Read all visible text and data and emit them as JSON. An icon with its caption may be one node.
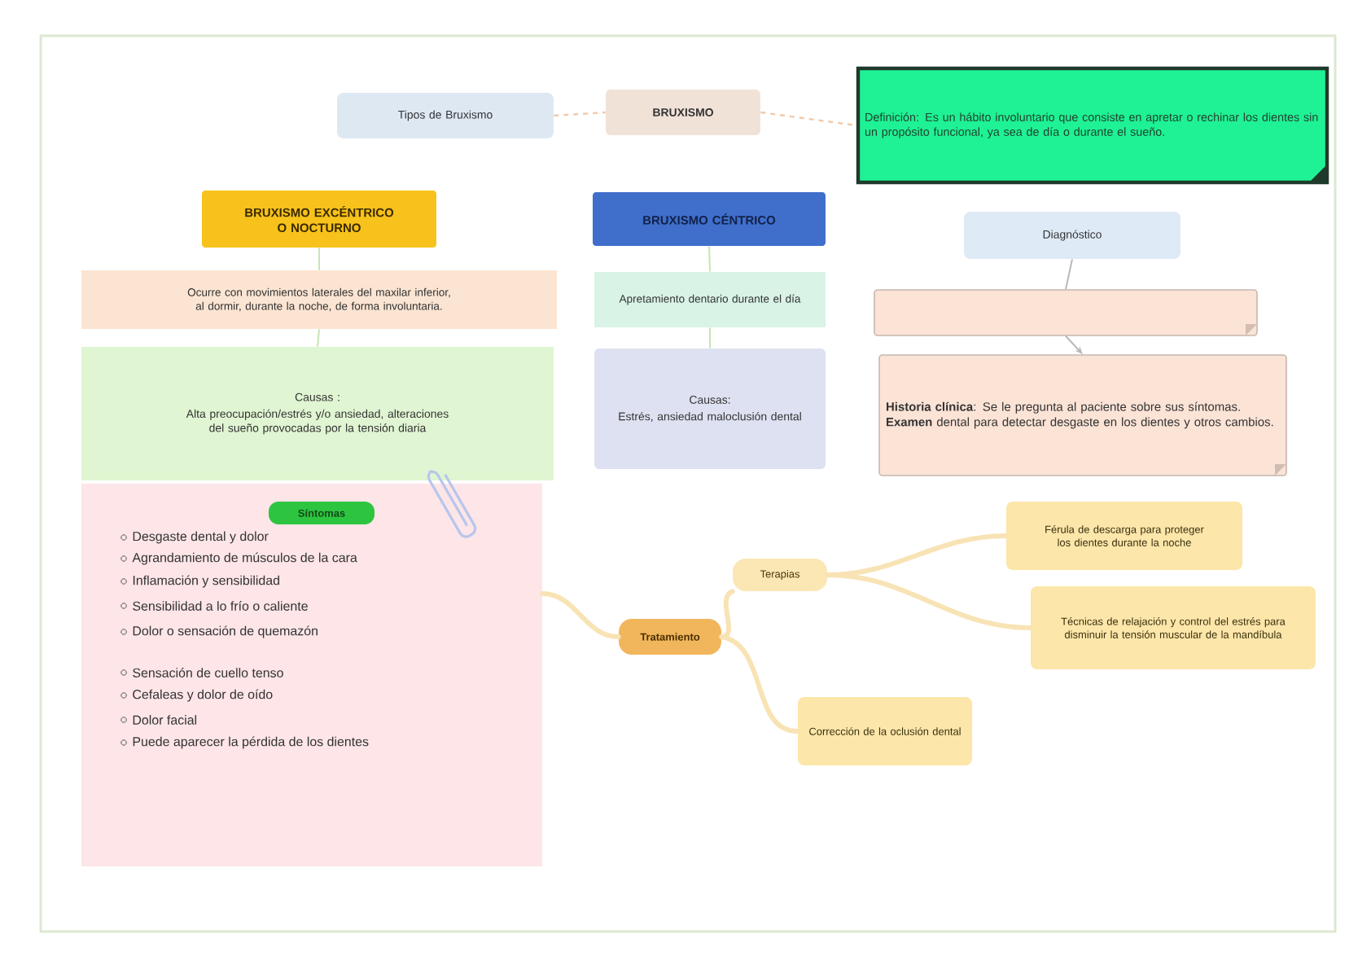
{
  "diagram": {
    "nodes": [
      {
        "text": [
          "Tipos de Bruxismo"
        ]
      },
      {
        "text": [
          "BRUXISMO"
        ]
      },
      {
        "text": [
          "Definición: Es un hábito involuntario que consiste en apretar o rechinar los dientes sin un propósito funcional, ya sea de día o durante el sueño."
        ]
      },
      {
        "text": [
          "BRUXISMO EXCÉNTRICO O NOCTURNO"
        ]
      },
      {
        "text": [
          "BRUXISMO CÉNTRICO"
        ]
      },
      {
        "text": [
          "Diagnóstico"
        ]
      },
      {
        "text": [
          "Ocurre con movimientos laterales del maxilar inferior, al dormir, durante la noche, de forma involuntaria."
        ]
      },
      {
        "text": [
          "Apretamiento dentario durante el día"
        ]
      },
      {
        "text": [],
        "shape": "box"
      },
      {
        "text": [
          "Causas :",
          "Alta preocupación/estrés y/o ansiedad, alteraciones del sueño provocadas por la tensión diaria"
        ]
      },
      {
        "text": [
          "Causas:",
          "Estrés, ansiedad maloclusión dental"
        ]
      },
      {
        "text": [
          "**Historia clínica**: Se le pregunta al paciente sobre sus síntomas. **Examen** dental para detectar desgaste en los dientes y otros cambios."
        ]
      },
      {
        "text": [
          "Desgaste dental y dolor",
          "Agrandamiento de músculos de la cara",
          "Inflamación y sensibilidad",
          "Sensibilidad a lo frío o caliente",
          "Dolor o sensación de quemazón",
          "Sensación de cuello tenso",
          "Cefaleas y dolor de oído",
          "Dolor facial",
          "Puede aparecer la pérdida de los dientes"
        ]
      },
      {
        "text": [
          "Síntomas"
        ],
        "in": 12
      },
      {
        "text": [
          "Tratamiento"
        ]
      },
      {
        "text": [
          "Terapias"
        ]
      },
      {
        "text": [
          "Férula de descarga para proteger los dientes durante la noche"
        ]
      },
      {
        "text": [
          "Técnicas de relajación y control del estrés para disminuir la tensión muscular de la mandíbula"
        ]
      },
      {
        "text": [
          "Corrección de la oclusión dental"
        ]
      }
    ],
    "edges": [
      {
        "from": 0,
        "to": 1,
        "arrow": "none",
        "style": "dashed",
        "color": "#f3c9a8"
      },
      {
        "from": 1,
        "to": 2,
        "arrow": "none",
        "style": "dashed",
        "color": "#f3c9a8"
      },
      {
        "from": 3,
        "to": 6,
        "arrow": "none"
      },
      {
        "from": 6,
        "to": 9,
        "arrow": "none"
      },
      {
        "from": 4,
        "to": 7,
        "arrow": "none"
      },
      {
        "from": 7,
        "to": 10,
        "arrow": "none"
      },
      {
        "from": 5,
        "to": 8,
        "arrow": "none",
        "color": "#b8b8b8"
      },
      {
        "from": 8,
        "to": 11,
        "arrow": "to",
        "color": "#b8b8b8"
      },
      {
        "from": 12,
        "to": 14,
        "arrow": "none",
        "style": "thick",
        "color": "#f8e3b5"
      },
      {
        "from": 14,
        "to": 15,
        "arrow": "none",
        "style": "thick",
        "color": "#f8e3b5"
      },
      {
        "from": 15,
        "to": 16,
        "arrow": "none",
        "style": "thick",
        "color": "#f8e3b5"
      },
      {
        "from": 15,
        "to": 17,
        "arrow": "none",
        "style": "thick",
        "color": "#f8e3b5"
      },
      {
        "from": 14,
        "to": 18,
        "arrow": "none",
        "style": "thick",
        "color": "#f8e3b5"
      }
    ]
  }
}
